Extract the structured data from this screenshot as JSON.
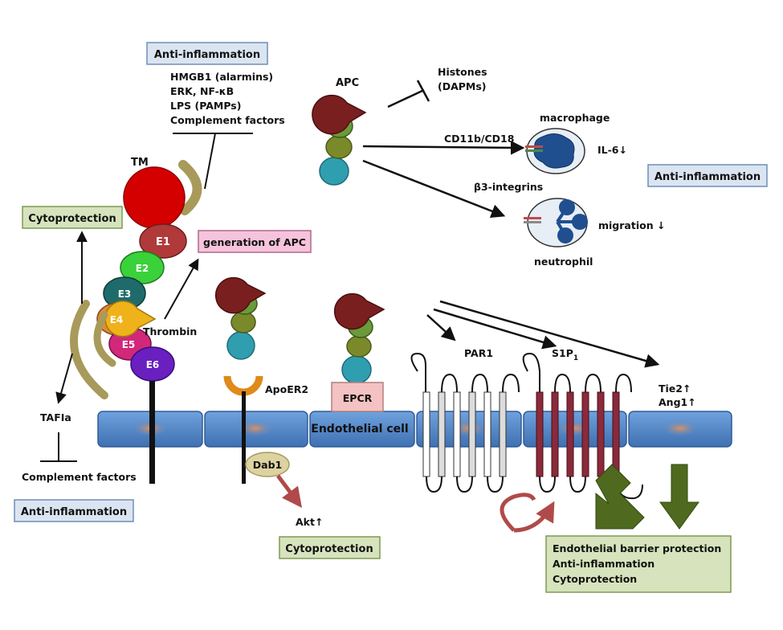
{
  "labels": {
    "anti_inflammation_top": "Anti-inflammation",
    "tm_factors": [
      "HMGB1 (alarmins)",
      "ERK, NF-κB",
      "LPS (PAMPs)",
      "Complement factors"
    ],
    "tm": "TM",
    "cytoprotection_left": "Cytoprotection",
    "generation_apc": "generation of APC",
    "e1": "E1",
    "e2": "E2",
    "e3": "E3",
    "e4": "E4",
    "e5": "E5",
    "e6": "E6",
    "thrombin": "Thrombin",
    "tafia": "TAFIa",
    "complement_bottom": "Complement factors",
    "anti_inflammation_bottom": "Anti-inflammation",
    "apc": "APC",
    "histones": [
      "Histones",
      "(DAPMs)"
    ],
    "cd11b": "CD11b/CD18",
    "macrophage": "macrophage",
    "il6": "IL-6↓",
    "anti_inflammation_right": "Anti-inflammation",
    "integrins": "β3-integrins",
    "migration": "migration ↓",
    "neutrophil": "neutrophil",
    "apoer2": "ApoER2",
    "epcr": "EPCR",
    "endothelial_cell": "Endothelial cell",
    "par1": "PAR1",
    "s1p1_main": "S1P",
    "s1p1_sub": "1",
    "tie2": "Tie2↑",
    "ang1": "Ang1↑",
    "dab1": "Dab1",
    "akt": "Akt↑",
    "cytoprotection_bottom": "Cytoprotection",
    "outcomes": [
      "Endothelial barrier protection",
      "Anti-inflammation",
      "Cytoprotection"
    ]
  },
  "colors": {
    "box_blue": "#dbe5f1",
    "box_green": "#d6e3bc",
    "box_pink": "#f6c3dc",
    "membrane": "#5b8fd0",
    "tm_red": "#d40000",
    "e1": "#b03a3a",
    "e2": "#3ad13a",
    "e3": "#1f6b6b",
    "e4": "#e08a3a",
    "e5": "#d1287a",
    "e6": "#6a1fc0",
    "apc_head": "#7a1f1f",
    "apc_mid1": "#7a8a2a",
    "apc_mid2": "#6a9a3a",
    "apc_gla": "#2f9fb0",
    "thrombin": "#f0b21a",
    "arc_olive": "#a89a5a",
    "big_arrow": "#4f6a1f",
    "dab_arrow": "#b04a4a"
  }
}
